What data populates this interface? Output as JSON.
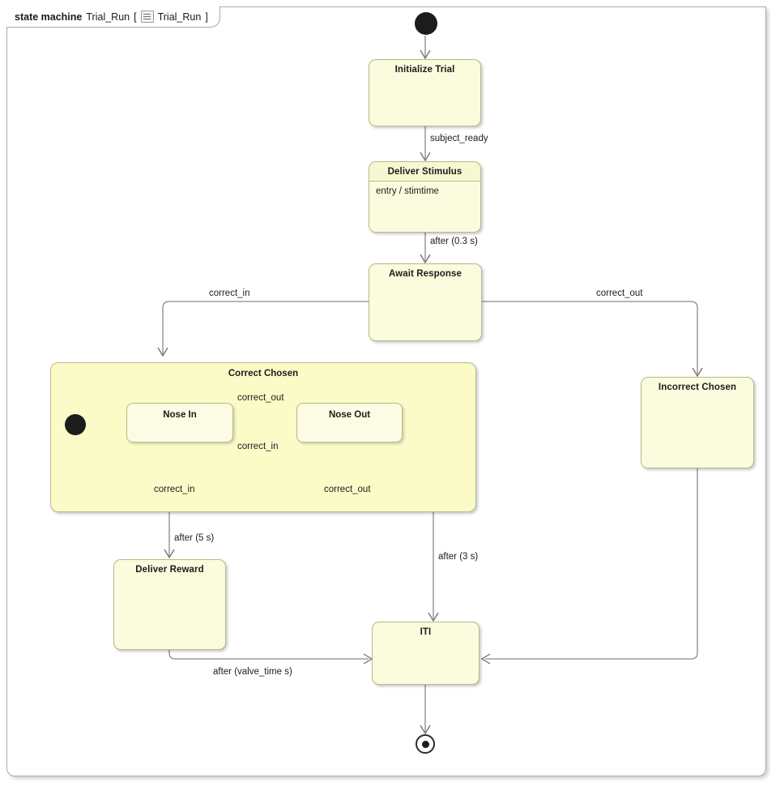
{
  "frame": {
    "keyword": "state machine",
    "name": "Trial_Run",
    "bracket_open": "[",
    "icon": "state-machine-icon",
    "qualifier": "Trial_Run",
    "bracket_close": "]"
  },
  "colors": {
    "state_fill": "#fbfbdd",
    "composite_fill": "#fbfbc8",
    "substate_fill": "#fcfce4",
    "state_border": "#b9b98a",
    "edge_stroke": "#8a8a8a",
    "frame_border": "#aaaaaa",
    "text": "#1c1c1c",
    "node_fill": "#1c1c1c"
  },
  "states": {
    "initialize_trial": {
      "name": "Initialize Trial"
    },
    "deliver_stimulus": {
      "name": "Deliver Stimulus",
      "entry": "entry / stimtime"
    },
    "await_response": {
      "name": "Await Response"
    },
    "correct_chosen": {
      "name": "Correct Chosen"
    },
    "nose_in": {
      "name": "Nose In"
    },
    "nose_out": {
      "name": "Nose Out"
    },
    "incorrect_chosen": {
      "name": "Incorrect Chosen"
    },
    "deliver_reward": {
      "name": "Deliver Reward"
    },
    "iti": {
      "name": "ITI"
    }
  },
  "pseudostates": {
    "initial": "initial-state-node",
    "composite_initial": "composite-initial-state-node",
    "final": "final-state-node"
  },
  "transitions": [
    {
      "id": "t1",
      "from": "initial",
      "to": "initialize_trial",
      "label": ""
    },
    {
      "id": "t2",
      "from": "initialize_trial",
      "to": "deliver_stimulus",
      "label": "subject_ready"
    },
    {
      "id": "t3",
      "from": "deliver_stimulus",
      "to": "await_response",
      "label": "after (0.3 s)"
    },
    {
      "id": "t4",
      "from": "await_response",
      "to": "correct_chosen",
      "label": "correct_in"
    },
    {
      "id": "t5",
      "from": "await_response",
      "to": "incorrect_chosen",
      "label": "correct_out"
    },
    {
      "id": "t6",
      "from": "composite_initial",
      "to": "nose_in",
      "label": ""
    },
    {
      "id": "t7",
      "from": "nose_in",
      "to": "nose_out",
      "label": "correct_out"
    },
    {
      "id": "t8",
      "from": "nose_out",
      "to": "nose_in",
      "label": "correct_in"
    },
    {
      "id": "t9",
      "from": "nose_in",
      "to": "nose_in",
      "label": "correct_in"
    },
    {
      "id": "t10",
      "from": "nose_out",
      "to": "nose_out",
      "label": "correct_out"
    },
    {
      "id": "t11",
      "from": "correct_chosen",
      "to": "deliver_reward",
      "label": "after (5 s)"
    },
    {
      "id": "t12",
      "from": "nose_out",
      "to": "iti",
      "label": "after (3 s)"
    },
    {
      "id": "t13",
      "from": "deliver_reward",
      "to": "iti",
      "label": "after (valve_time s)"
    },
    {
      "id": "t14",
      "from": "incorrect_chosen",
      "to": "iti",
      "label": ""
    },
    {
      "id": "t15",
      "from": "iti",
      "to": "final",
      "label": ""
    }
  ],
  "labels": {
    "subject_ready": "subject_ready",
    "after_03s": "after (0.3 s)",
    "correct_in_left": "correct_in",
    "correct_out_right": "correct_out",
    "correct_out_mid": "correct_out",
    "correct_in_mid": "correct_in",
    "correct_in_loop": "correct_in",
    "correct_out_loop": "correct_out",
    "after_5s": "after (5 s)",
    "after_3s": "after (3 s)",
    "after_valve": "after (valve_time s)"
  }
}
